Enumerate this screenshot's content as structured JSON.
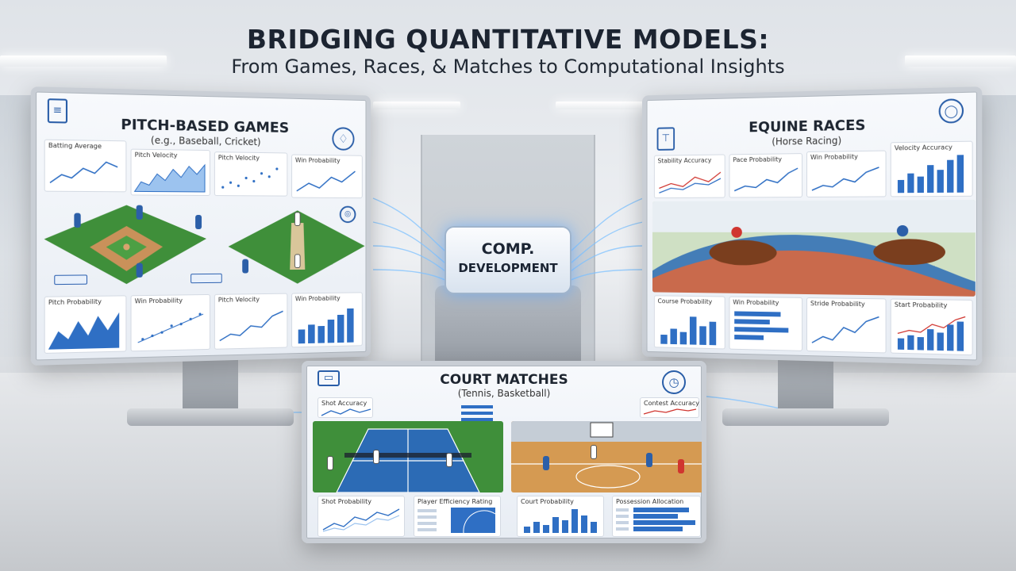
{
  "header": {
    "title": "BRIDGING QUANTITATIVE MODELS:",
    "subtitle": "From Games, Races, & Matches to Computational Insights"
  },
  "center": {
    "line1": "COMP.",
    "line2": "DEVELOPMENT"
  },
  "panels": {
    "pitch": {
      "title": "PITCH-BASED GAMES",
      "subtitle": "(e.g., Baseball, Cricket)",
      "top_cards": [
        "Batting Average",
        "Pitch Velocity",
        "Pitch Velocity",
        "Win Probability"
      ],
      "bottom_cards": [
        "Pitch Probability",
        "Win Probability",
        "Pitch Velocity",
        "Win Probability"
      ]
    },
    "equine": {
      "title": "EQUINE RACES",
      "subtitle": "(Horse Racing)",
      "top_cards": [
        "Stability Accuracy",
        "Pace Probability",
        "Win Probability",
        "Velocity Accuracy"
      ],
      "bottom_cards": [
        "Course Probability",
        "Win Probability",
        "Stride Probability",
        "Start Probability"
      ]
    },
    "court": {
      "title": "COURT MATCHES",
      "subtitle": "(Tennis, Basketball)",
      "top_cards": [
        "Shot Accuracy",
        "Contest Accuracy"
      ],
      "bottom_cards": [
        "Shot Probability",
        "Player Efficiency Rating",
        "Court Probability",
        "Possession Allocation"
      ]
    }
  },
  "colors": {
    "accent": "#2a5ea8",
    "chart_blue": "#2f6fc4",
    "chart_red": "#d0352f",
    "grass": "#3f8f3a",
    "infield": "#c9915a",
    "tennis_blue": "#2c6bb5",
    "court_wood": "#d59a52"
  }
}
